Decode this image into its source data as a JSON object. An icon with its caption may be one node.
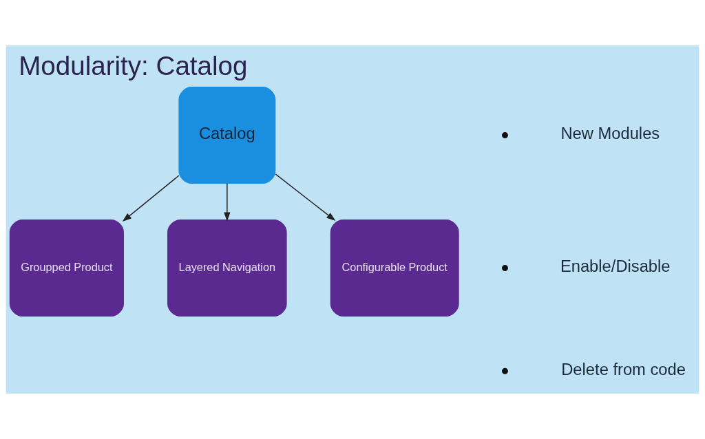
{
  "diagram": {
    "title": "Modularity: Catalog",
    "nodes": [
      {
        "text": [
          "Groupped Product"
        ]
      },
      {
        "text": [
          "Catalog"
        ]
      },
      {
        "text": [
          "Layered Navigation"
        ]
      },
      {
        "text": [
          "Configurable Product"
        ]
      }
    ],
    "edges": [
      {
        "from": 1,
        "to": 0,
        "arrow": "to"
      },
      {
        "from": 1,
        "to": 2,
        "arrow": "to"
      },
      {
        "from": 1,
        "to": 3,
        "arrow": "to"
      }
    ],
    "labels": [
      "New Modules",
      "Enable/Disable",
      "Delete from code"
    ]
  }
}
